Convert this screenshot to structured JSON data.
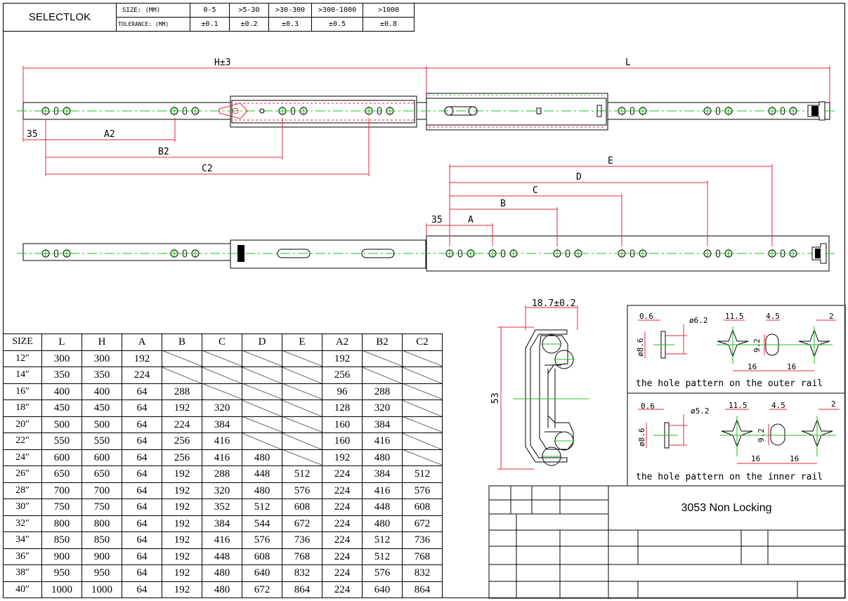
{
  "brand": "SELECTLOK",
  "tolerance": {
    "size_label": "SIZE: (MM)",
    "tol_label": "TOLERANCE: (MM)",
    "ranges": [
      "0-5",
      ">5-30",
      ">30-300",
      ">300-1000",
      ">1000"
    ],
    "values": [
      "±0.1",
      "±0.2",
      "±0.3",
      "±0.5",
      "±0.8"
    ]
  },
  "dims": {
    "h": "H±3",
    "l": "L",
    "d35a": "35",
    "a2": "A2",
    "b2": "B2",
    "c2": "C2",
    "e": "E",
    "d": "D",
    "c": "C",
    "b": "B",
    "a": "A",
    "d35b": "35",
    "width": "18.7±0.2",
    "height": "53"
  },
  "outer_detail": {
    "dims": [
      "0.6",
      "ø6.2",
      "11.5",
      "4.5",
      "2",
      "ø8.6",
      "9.2",
      "16",
      "16"
    ],
    "caption": "the hole pattern on the outer rail"
  },
  "inner_detail": {
    "dims": [
      "0.6",
      "ø5.2",
      "11.5",
      "4.5",
      "2",
      "ø8.6",
      "9.2",
      "16",
      "16"
    ],
    "caption": "the hole pattern on the inner rail"
  },
  "size_table": {
    "headers": [
      "SIZE",
      "L",
      "H",
      "A",
      "B",
      "C",
      "D",
      "E",
      "A2",
      "B2",
      "C2"
    ],
    "rows": [
      [
        "12″",
        "300",
        "300",
        "192",
        "",
        "",
        "",
        "",
        "192",
        "",
        ""
      ],
      [
        "14″",
        "350",
        "350",
        "224",
        "",
        "",
        "",
        "",
        "256",
        "",
        ""
      ],
      [
        "16″",
        "400",
        "400",
        "64",
        "288",
        "",
        "",
        "",
        "96",
        "288",
        ""
      ],
      [
        "18″",
        "450",
        "450",
        "64",
        "192",
        "320",
        "",
        "",
        "128",
        "320",
        ""
      ],
      [
        "20″",
        "500",
        "500",
        "64",
        "224",
        "384",
        "",
        "",
        "160",
        "384",
        ""
      ],
      [
        "22″",
        "550",
        "550",
        "64",
        "256",
        "416",
        "",
        "",
        "160",
        "416",
        ""
      ],
      [
        "24″",
        "600",
        "600",
        "64",
        "256",
        "416",
        "480",
        "",
        "192",
        "480",
        ""
      ],
      [
        "26″",
        "650",
        "650",
        "64",
        "192",
        "288",
        "448",
        "512",
        "224",
        "384",
        "512"
      ],
      [
        "28″",
        "700",
        "700",
        "64",
        "192",
        "320",
        "480",
        "576",
        "224",
        "416",
        "576"
      ],
      [
        "30″",
        "750",
        "750",
        "64",
        "192",
        "352",
        "512",
        "608",
        "224",
        "448",
        "608"
      ],
      [
        "32″",
        "800",
        "800",
        "64",
        "192",
        "384",
        "544",
        "672",
        "224",
        "480",
        "672"
      ],
      [
        "34″",
        "850",
        "850",
        "64",
        "192",
        "416",
        "576",
        "736",
        "224",
        "512",
        "736"
      ],
      [
        "36″",
        "900",
        "900",
        "64",
        "192",
        "448",
        "608",
        "768",
        "224",
        "512",
        "768"
      ],
      [
        "38″",
        "950",
        "950",
        "64",
        "192",
        "480",
        "640",
        "832",
        "224",
        "576",
        "832"
      ],
      [
        "40″",
        "1000",
        "1000",
        "64",
        "192",
        "480",
        "672",
        "864",
        "224",
        "640",
        "864"
      ]
    ]
  },
  "title_block": {
    "title": "3053 Non Locking"
  },
  "colors": {
    "dim_line": "#e8243c",
    "centerline": "#1fbf1f",
    "outline": "#000000"
  }
}
